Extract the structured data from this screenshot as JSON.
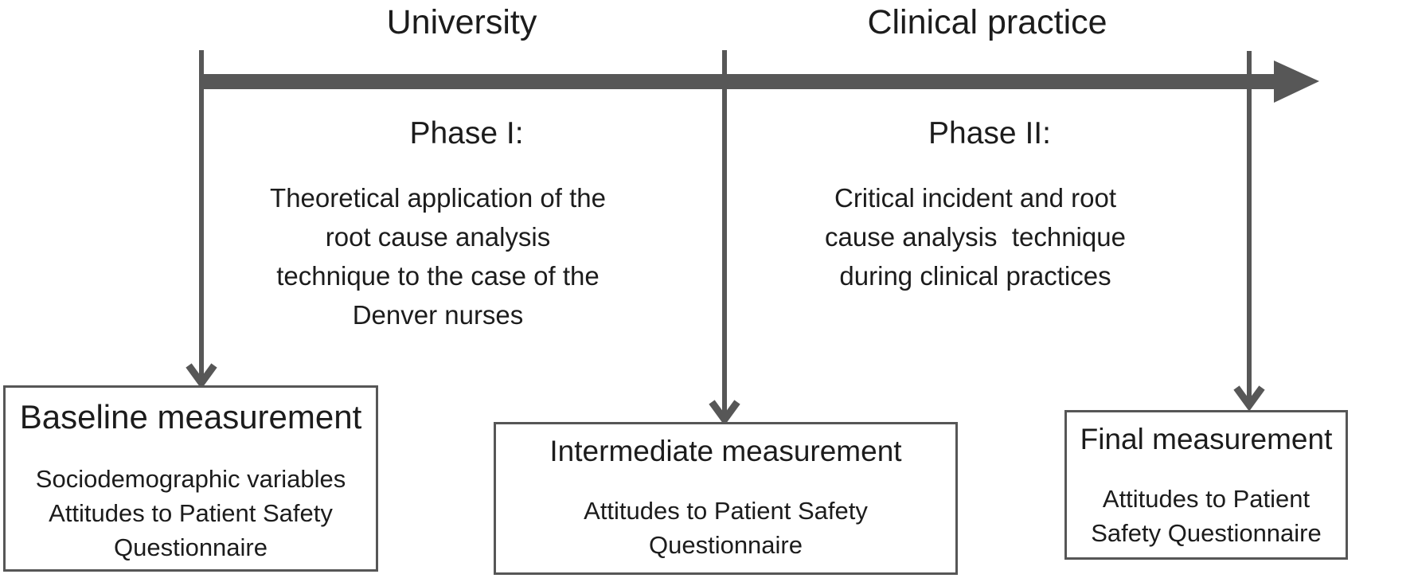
{
  "figure": {
    "type": "study-design-timeline"
  },
  "colors": {
    "arrow_gray": "#575757",
    "box_border_gray": "#565656",
    "text_black": "#1c1c1c",
    "background": "#ffffff"
  },
  "timeline": {
    "settings": [
      {
        "label": "University"
      },
      {
        "label": "Clinical practice"
      }
    ]
  },
  "phases": [
    {
      "heading": "Phase I:",
      "lines": [
        "Theoretical application of the",
        "root cause analysis",
        "technique to the case of the",
        "Denver nurses"
      ]
    },
    {
      "heading": "Phase II:",
      "lines": [
        "Critical incident and root",
        "cause analysis  technique",
        "during clinical practices"
      ]
    }
  ],
  "measurements": [
    {
      "title": "Baseline measurement",
      "lines": [
        "Sociodemographic variables",
        "Attitudes to Patient Safety",
        "Questionnaire"
      ]
    },
    {
      "title": "Intermediate measurement",
      "lines": [
        "Attitudes to Patient Safety",
        "Questionnaire"
      ]
    },
    {
      "title": "Final measurement",
      "lines": [
        "Attitudes to Patient",
        "Safety Questionnaire"
      ]
    }
  ]
}
